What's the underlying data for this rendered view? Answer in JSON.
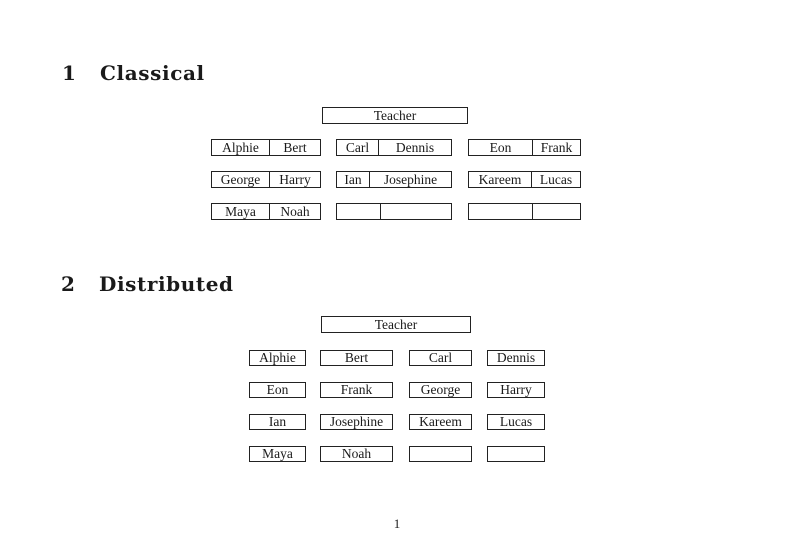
{
  "page": {
    "number": "1"
  },
  "sections": [
    {
      "number": "1",
      "title": "Classical",
      "teacher_label": "Teacher",
      "rows": [
        [
          [
            "Alphie",
            "Bert"
          ],
          [
            "Carl",
            "Dennis"
          ],
          [
            "Eon",
            "Frank"
          ]
        ],
        [
          [
            "George",
            "Harry"
          ],
          [
            "Ian",
            "Josephine"
          ],
          [
            "Kareem",
            "Lucas"
          ]
        ],
        [
          [
            "Maya",
            "Noah"
          ],
          [
            "",
            ""
          ],
          [
            "",
            ""
          ]
        ]
      ]
    },
    {
      "number": "2",
      "title": "Distributed",
      "teacher_label": "Teacher",
      "rows": [
        [
          [
            "Alphie"
          ],
          [
            "Bert"
          ],
          [
            "Carl"
          ],
          [
            "Dennis"
          ]
        ],
        [
          [
            "Eon"
          ],
          [
            "Frank"
          ],
          [
            "George"
          ],
          [
            "Harry"
          ]
        ],
        [
          [
            "Ian"
          ],
          [
            "Josephine"
          ],
          [
            "Kareem"
          ],
          [
            "Lucas"
          ]
        ],
        [
          [
            "Maya"
          ],
          [
            "Noah"
          ],
          [
            ""
          ],
          [
            ""
          ]
        ]
      ]
    }
  ]
}
